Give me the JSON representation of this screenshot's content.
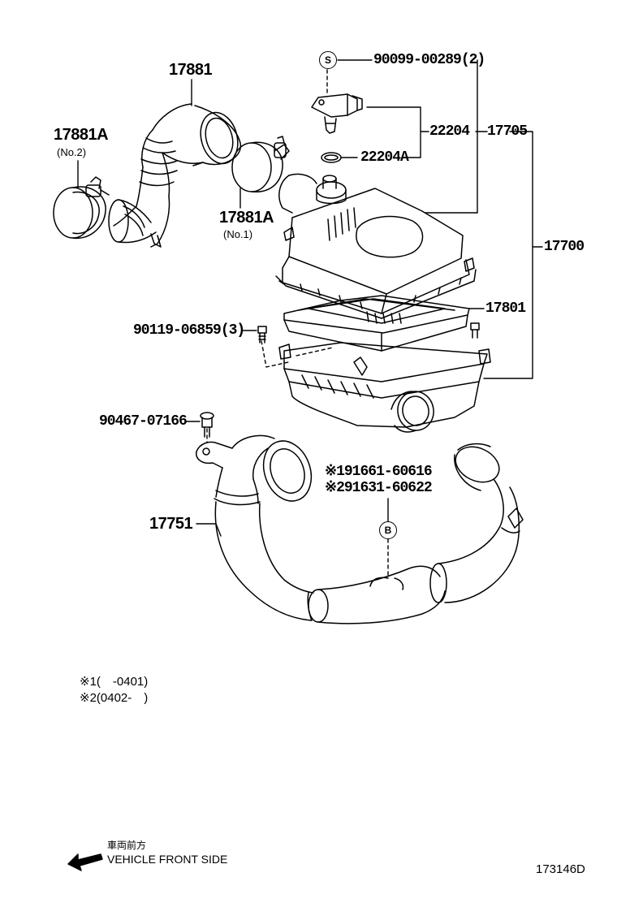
{
  "parts": {
    "p17881": "17881",
    "p17881A_top": "17881A",
    "p17881A_top_sub": "(No.2)",
    "p17881A_mid": "17881A",
    "p17881A_mid_sub": "(No.1)",
    "p90099": "90099-00289(2)",
    "p22204": "22204",
    "p22204A": "22204A",
    "p17705": "17705",
    "p17700": "17700",
    "p17801": "17801",
    "p90119": "90119-06859(3)",
    "p90467": "90467-07166",
    "p17751": "17751",
    "p191661": "※191661-60616",
    "p291631": "※291631-60622"
  },
  "marks": {
    "s": "S",
    "b": "B"
  },
  "notes": {
    "n1": "※1(　-0401)",
    "n2": "※2(0402-　)"
  },
  "footer": {
    "jp": "車両前方",
    "front": "VEHICLE FRONT SIDE",
    "code": "173146D"
  }
}
